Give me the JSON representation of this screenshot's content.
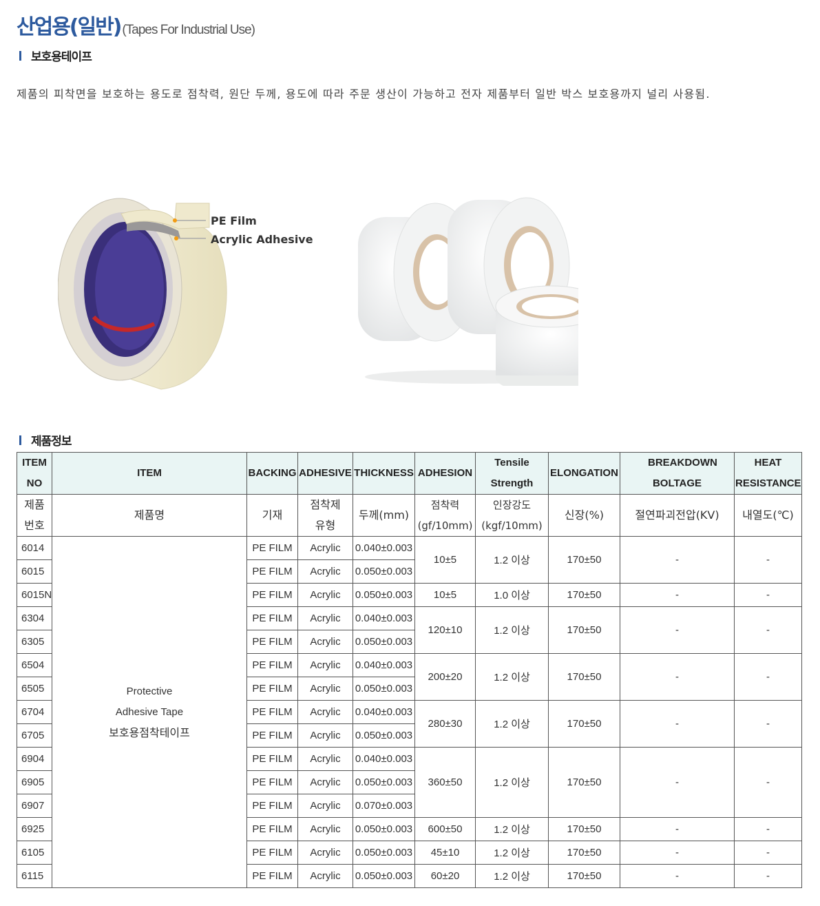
{
  "page": {
    "title_ko": "산업용(일반)",
    "title_en": "(Tapes For Industrial Use)",
    "section1": "보호용테이프",
    "description": "제품의 피착면을 보호하는 용도로 점착력, 원단 두께, 용도에 따라 주문 생산이 가능하고 전자 제품부터 일반 박스 보호용까지 널리 사용됨.",
    "section2": "제품정보"
  },
  "diagram": {
    "label1": "PE Film",
    "label2": "Acrylic Adhesive",
    "colors": {
      "tape": "#efe9c9",
      "core": "#3a2f7a",
      "stripe": "#c62828",
      "edge": "#b9b6b8"
    }
  },
  "table": {
    "header_en": [
      "ITEM NO",
      "ITEM",
      "BACKING",
      "ADHESIVE",
      "THICKNESS",
      "ADHESION",
      "Tensile Strength",
      "ELONGATION",
      "BREAKDOWN BOLTAGE",
      "HEAT RESISTANCE"
    ],
    "header_ko": [
      "제품 번호",
      "제품명",
      "기재",
      "점착제 유형",
      "두께(mm)",
      "점착력 (gf/10mm)",
      "인장강도 (kgf/10mm)",
      "신장(%)",
      "절연파괴전압(KV)",
      "내열도(℃)"
    ],
    "item_name": [
      "Protective",
      "Adhesive Tape",
      "보호용점착테이프"
    ],
    "rows": [
      {
        "no": "6014",
        "backing": "PE FILM",
        "adhesive": "Acrylic",
        "thickness": "0.040±0.003"
      },
      {
        "no": "6015",
        "backing": "PE FILM",
        "adhesive": "Acrylic",
        "thickness": "0.050±0.003"
      },
      {
        "no": "6015N",
        "backing": "PE FILM",
        "adhesive": "Acrylic",
        "thickness": "0.050±0.003"
      },
      {
        "no": "6304",
        "backing": "PE FILM",
        "adhesive": "Acrylic",
        "thickness": "0.040±0.003"
      },
      {
        "no": "6305",
        "backing": "PE FILM",
        "adhesive": "Acrylic",
        "thickness": "0.050±0.003"
      },
      {
        "no": "6504",
        "backing": "PE FILM",
        "adhesive": "Acrylic",
        "thickness": "0.040±0.003"
      },
      {
        "no": "6505",
        "backing": "PE FILM",
        "adhesive": "Acrylic",
        "thickness": "0.050±0.003"
      },
      {
        "no": "6704",
        "backing": "PE FILM",
        "adhesive": "Acrylic",
        "thickness": "0.040±0.003"
      },
      {
        "no": "6705",
        "backing": "PE FILM",
        "adhesive": "Acrylic",
        "thickness": "0.050±0.003"
      },
      {
        "no": "6904",
        "backing": "PE FILM",
        "adhesive": "Acrylic",
        "thickness": "0.040±0.003"
      },
      {
        "no": "6905",
        "backing": "PE FILM",
        "adhesive": "Acrylic",
        "thickness": "0.050±0.003"
      },
      {
        "no": "6907",
        "backing": "PE FILM",
        "adhesive": "Acrylic",
        "thickness": "0.070±0.003"
      },
      {
        "no": "6925",
        "backing": "PE FILM",
        "adhesive": "Acrylic",
        "thickness": "0.050±0.003"
      },
      {
        "no": "6105",
        "backing": "PE FILM",
        "adhesive": "Acrylic",
        "thickness": "0.050±0.003"
      },
      {
        "no": "6115",
        "backing": "PE FILM",
        "adhesive": "Acrylic",
        "thickness": "0.050±0.003"
      }
    ],
    "groups": [
      {
        "adhesion": "10±5",
        "tensile": "1.2 이상",
        "elongation": "170±50",
        "breakdown": "-",
        "heat": "-"
      },
      {
        "adhesion": "10±5",
        "tensile": "1.0 이상",
        "elongation": "170±50",
        "breakdown": "-",
        "heat": "-"
      },
      {
        "adhesion": "120±10",
        "tensile": "1.2 이상",
        "elongation": "170±50",
        "breakdown": "-",
        "heat": "-"
      },
      {
        "adhesion": "200±20",
        "tensile": "1.2 이상",
        "elongation": "170±50",
        "breakdown": "-",
        "heat": "-"
      },
      {
        "adhesion": "280±30",
        "tensile": "1.2 이상",
        "elongation": "170±50",
        "breakdown": "-",
        "heat": "-"
      },
      {
        "adhesion": "360±50",
        "tensile": "1.2 이상",
        "elongation": "170±50",
        "breakdown": "-",
        "heat": "-"
      },
      {
        "adhesion": "600±50",
        "tensile": "1.2 이상",
        "elongation": "170±50",
        "breakdown": "-",
        "heat": "-"
      },
      {
        "adhesion": "45±10",
        "tensile": "1.2 이상",
        "elongation": "170±50",
        "breakdown": "-",
        "heat": "-"
      },
      {
        "adhesion": "60±20",
        "tensile": "1.2 이상",
        "elongation": "170±50",
        "breakdown": "-",
        "heat": "-"
      }
    ]
  }
}
